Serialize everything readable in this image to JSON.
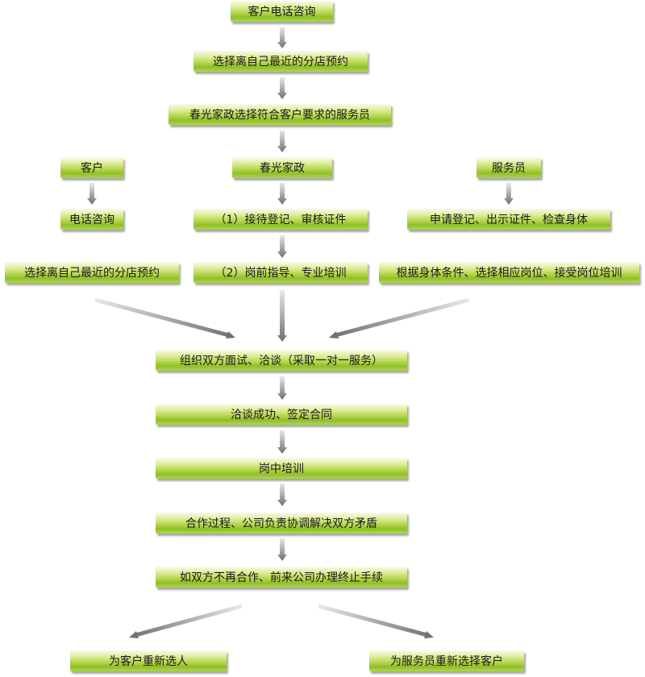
{
  "nodes": {
    "n1": "客户电话咨询",
    "n2": "选择离自己最近的分店预约",
    "n3": "春光家政选择符合客户要求的服务员",
    "col_left_title": "客户",
    "col_mid_title": "春光家政",
    "col_right_title": "服务员",
    "left_2": "电话咨询",
    "mid_2": "（1）接待登记、审核证件",
    "right_2": "申请登记、出示证件、检查身体",
    "left_3": "选择离自己最近的分店预约",
    "mid_3": "（2）岗前指导、专业培训",
    "right_3": "根据身体条件、选择相应岗位、接受岗位培训",
    "s1": "组织双方面试、洽谈（采取一对一服务）",
    "s2": "洽谈成功、签定合同",
    "s3": "岗中培训",
    "s4": "合作过程、公司负责协调解决双方矛盾",
    "s5": "如双方不再合作、前来公司办理终止手续",
    "end_left": "为客户重新选人",
    "end_right": "为服务员重新选择客户"
  },
  "colors": {
    "arrow_dark": "#707070",
    "arrow_light": "#e8e8e8"
  }
}
